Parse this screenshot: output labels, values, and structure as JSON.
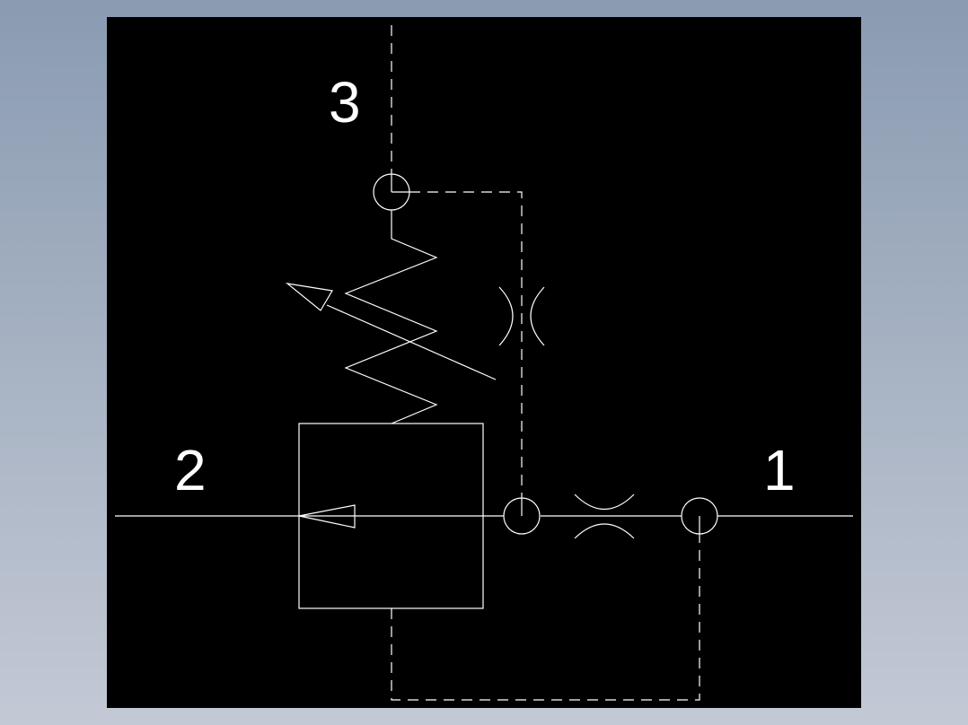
{
  "viewport": {
    "background_color": "#8a9bb2",
    "drawing_background": "#000000",
    "line_color": "#ffffff"
  },
  "diagram": {
    "ports": {
      "port_1": "1",
      "port_2": "2",
      "port_3": "3"
    }
  }
}
